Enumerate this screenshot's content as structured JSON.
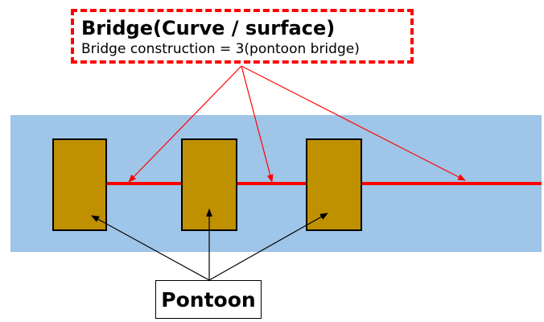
{
  "title": {
    "main": "Bridge(Curve / surface)",
    "subtitle": "Bridge construction = 3(pontoon bridge)"
  },
  "label": {
    "pontoon": "Pontoon"
  },
  "colors": {
    "water": "#9fc5e8",
    "bridge": "#ff0000",
    "pontoon_fill": "#bf9000",
    "pontoon_border": "#000000",
    "callout_border": "#ff0000",
    "pointer_red": "#ff0000",
    "pointer_black": "#000000"
  }
}
